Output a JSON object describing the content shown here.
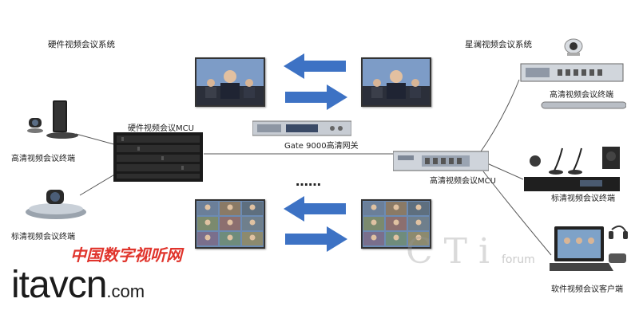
{
  "left_system_title": "硬件视频会议系统",
  "right_system_title": "星澜视频会议系统",
  "labels": {
    "hd_terminal_left": "高清视频会议终端",
    "sd_terminal_left": "标清视频会议终端",
    "hw_mcu": "硬件视频会议MCU",
    "gateway": "Gate 9000高清网关",
    "hd_mcu_right": "高清视频会议MCU",
    "hd_terminal_right": "高清视频会议终端",
    "sd_terminal_right": "标清视频会议终端",
    "soft_client": "软件视频会议客户端"
  },
  "ellipsis": "……",
  "logo": {
    "cn": "中国数字视听网",
    "en": "itavcn",
    "dot": ".com"
  },
  "watermark": "C T i",
  "watermark_small": "forum",
  "colors": {
    "arrow": "#3d72c4",
    "logo_red": "#e0342c",
    "logo_dark": "#1b1b1b"
  }
}
